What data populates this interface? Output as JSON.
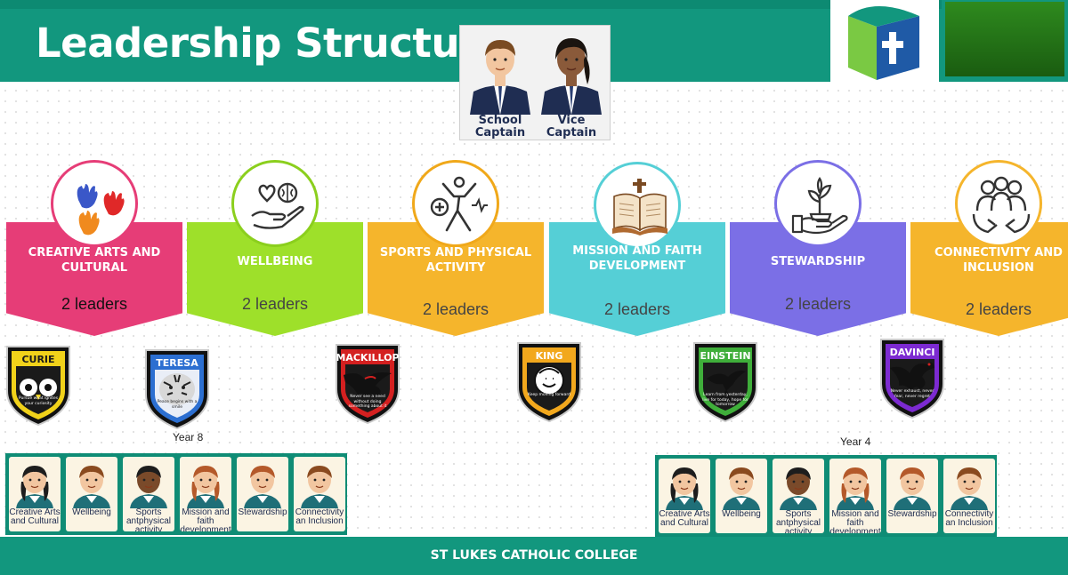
{
  "header": {
    "title": "Leadership Structure"
  },
  "captains": [
    {
      "label": "School Captain"
    },
    {
      "label": "Vice Captain"
    }
  ],
  "categories": [
    {
      "name": "CREATIVE ARTS AND CULTURAL",
      "leaders": "2 leaders",
      "color": "#e63d77",
      "ring": "#e63d77",
      "icon": "handprints-icon"
    },
    {
      "name": "WELLBEING",
      "leaders": "2 leaders",
      "color": "#9ee02a",
      "ring": "#8bcf1d",
      "icon": "heart-brain-hand-icon"
    },
    {
      "name": "SPORTS AND PHYSICAL ACTIVITY",
      "leaders": "2 leaders",
      "color": "#f5b52c",
      "ring": "#f0a81a",
      "icon": "athlete-icon"
    },
    {
      "name": "MISSION AND FAITH DEVELOPMENT",
      "leaders": "2 leaders",
      "color": "#55cfd6",
      "ring": "#55cfd6",
      "icon": "bible-icon"
    },
    {
      "name": "STEWARDSHIP",
      "leaders": "2 leaders",
      "color": "#7b6fe6",
      "ring": "#7b6fe6",
      "icon": "plant-hand-icon"
    },
    {
      "name": "CONNECTIVITY AND INCLUSION",
      "leaders": "2 leaders",
      "color": "#f5b52c",
      "ring": "#f5b52c",
      "icon": "group-icon"
    }
  ],
  "houses": [
    {
      "name": "CURIE",
      "motto": "Pursue what ignites your curiosity",
      "color": "#f1d21a",
      "dark": "#1a1a1a",
      "icon": "owl-icon"
    },
    {
      "name": "TERESA",
      "motto": "Peace begins with a smile",
      "color": "#2c6fd1",
      "dark": "#e9eef7",
      "icon": "tiger-icon"
    },
    {
      "name": "MACKILLOP",
      "motto": "Never see a need without doing something about it",
      "color": "#d42020",
      "dark": "#1a1a1a",
      "icon": "eagle-icon"
    },
    {
      "name": "KING",
      "motto": "Keep moving forward",
      "color": "#f2a81d",
      "dark": "#1a1a1a",
      "icon": "lion-icon"
    },
    {
      "name": "EINSTEIN",
      "motto": "Learn from yesterday, live for today, hope for tomorrow",
      "color": "#3fae3a",
      "dark": "#1a1a1a",
      "icon": "bird-icon"
    },
    {
      "name": "DAVINCI",
      "motto": "Never exhaust, never fear, never regret",
      "color": "#7c2ad1",
      "dark": "#1a1a1a",
      "icon": "dragon-icon"
    }
  ],
  "year8": {
    "label": "Year 8",
    "roles": [
      {
        "label": "Creative Arts and Cultural",
        "hair": "#1d1d1d",
        "girl": true
      },
      {
        "label": "Wellbeing",
        "hair": "#8a4a1f",
        "girl": false
      },
      {
        "label": "Sports antphysical activity",
        "hair": "#1d1d1d",
        "girl": false,
        "skin": "#7a4a2a"
      },
      {
        "label": "Mission and faith development",
        "hair": "#b4592a",
        "girl": true
      },
      {
        "label": "Stewardship",
        "hair": "#b4592a",
        "girl": false
      },
      {
        "label": "Connectivity an Inclusion",
        "hair": "#8a4a1f",
        "girl": false
      }
    ]
  },
  "year4": {
    "label": "Year 4",
    "roles": [
      {
        "label": "Creative Arts and Cultural",
        "hair": "#1d1d1d",
        "girl": true
      },
      {
        "label": "Wellbeing",
        "hair": "#8a4a1f",
        "girl": false
      },
      {
        "label": "Sports antphysical activity",
        "hair": "#1d1d1d",
        "girl": false,
        "skin": "#7a4a2a"
      },
      {
        "label": "Mission and faith development",
        "hair": "#b4592a",
        "girl": true
      },
      {
        "label": "Stewardship",
        "hair": "#b4592a",
        "girl": false
      },
      {
        "label": "Connectivity an Inclusion",
        "hair": "#8a4a1f",
        "girl": false
      }
    ]
  },
  "footer": {
    "text": "ST LUKES CATHOLIC COLLEGE"
  },
  "colors": {
    "brand_teal": "#12977e",
    "navy": "#1f2d52"
  }
}
